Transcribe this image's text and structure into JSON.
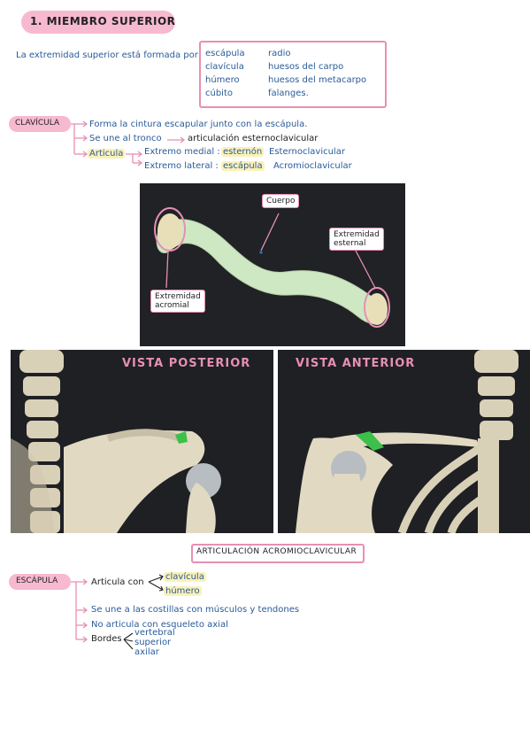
{
  "heading": {
    "title": "1. MIEMBRO SUPERIOR"
  },
  "intro": {
    "text": "La extremidad superior está formada por:",
    "bones_left": [
      "escápula",
      "clavícula",
      "húmero",
      "cúbito"
    ],
    "bones_right": [
      "radio",
      "huesos del carpo",
      "huesos del metacarpo",
      "falanges."
    ]
  },
  "clavicula": {
    "tag": "CLAVÍCULA",
    "line1": "Forma la cintura escapular junto con la escápula.",
    "line2a": "Se une al tronco",
    "line2b": "articulación esternoclavicular",
    "articula": "Articula",
    "medial_label": "Extremo medial :",
    "medial_bone": "esternón",
    "medial_joint": "Esternoclavicular",
    "lateral_label": "Extremo lateral :",
    "lateral_bone": "escápula",
    "lateral_joint": "Acromioclavicular"
  },
  "clav_figure": {
    "cuerpo": "Cuerpo",
    "ext_esternal": "Extremidad\nesternal",
    "ext_acromial": "Extremidad\nacromial"
  },
  "views": {
    "posterior": "VISTA POSTERIOR",
    "anterior": "VISTA ANTERIOR",
    "caption": "ARTICULACIÓN ACROMIOCLAVICULAR"
  },
  "escapula": {
    "tag": "ESCÁPULA",
    "articula_con": "Articula con",
    "art1": "clavícula",
    "art2": "húmero",
    "line2": "Se une a las costillas con músculos y tendones",
    "line3": "No articula con esqueleto axial",
    "bordes": "Bordes",
    "borde1": "vertebral",
    "borde2": "superior",
    "borde3": "axilar"
  },
  "colors": {
    "pink": "#e78fb3",
    "blue": "#2a5b99",
    "highlight": "#fbf1b8",
    "bone_green": "#cfe8c4",
    "joint_green": "#3cc04a"
  }
}
